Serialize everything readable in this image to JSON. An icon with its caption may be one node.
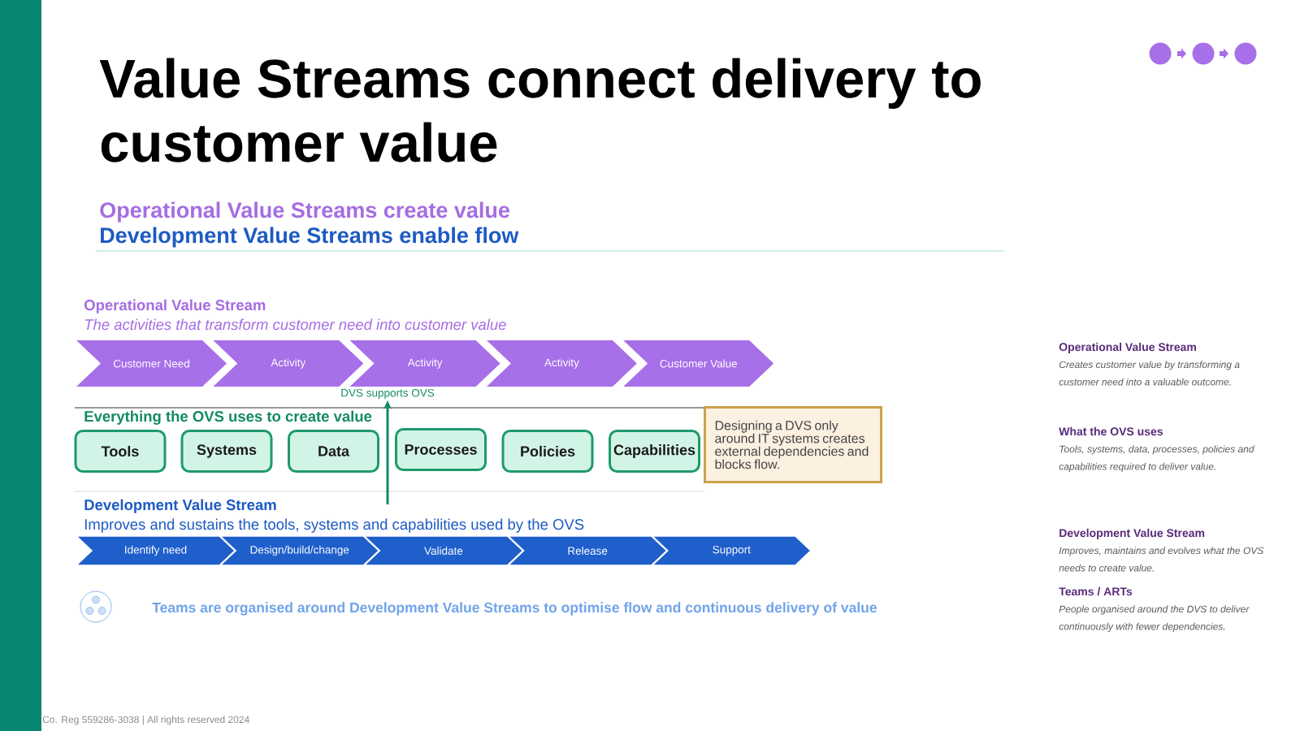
{
  "diagram": {
    "title": "Value Streams connect delivery to customer value",
    "nodes": [
      {
        "text": [],
        "shape": "bar"
      },
      {
        "text": [
          "Customer Need"
        ]
      },
      {
        "text": [
          "Activity"
        ]
      },
      {
        "text": [
          "Activity"
        ]
      },
      {
        "text": [
          "Activity"
        ]
      },
      {
        "text": [
          "Customer Value"
        ]
      },
      {
        "text": [
          "DVS supports OVS"
        ]
      },
      {
        "text": [
          "Tools"
        ]
      },
      {
        "text": [
          "Systems"
        ]
      },
      {
        "text": [
          "Data"
        ]
      },
      {
        "text": [
          "Processes"
        ]
      },
      {
        "text": [
          "Policies"
        ]
      },
      {
        "text": [
          "Capabilities"
        ]
      },
      {
        "text": [
          "Designing a DVS only around IT systems creates external dependencies and blocks flow."
        ]
      },
      {
        "text": [
          "Identify need"
        ]
      },
      {
        "text": [
          "Design/build/change"
        ]
      },
      {
        "text": [
          "Validate"
        ]
      },
      {
        "text": [
          "Release"
        ]
      },
      {
        "text": [
          "Support"
        ]
      }
    ],
    "edges": [
      {
        "from": null,
        "to": 6,
        "arrow": "to",
        "color": "#13896b"
      }
    ],
    "labels": [
      "Operational Value Streams create value",
      "Development Value Streams enable flow",
      "Operational Value Stream",
      "The activities that transform customer need into customer value",
      "Everything the OVS uses to create value",
      "Development Value Stream",
      "Improves and sustains the tools, systems and capabilities used by the OVS",
      "Teams are organised around Development Value Streams to optimise flow and continuous delivery of value",
      "Operational Value Stream",
      "Creates customer value by transforming a customer need into a valuable outcome.",
      "What the OVS uses",
      "Tools, systems, data, processes, policies and capabilities required to deliver value.",
      "Development Value Stream",
      "Improves, maintains and evolves what the OVS needs to create value.",
      "Teams / ARTs",
      "People organised around the DVS to deliver continuously with fewer dependencies.",
      "Co. Reg 559286-3038 | All rights reserved 2024"
    ]
  }
}
